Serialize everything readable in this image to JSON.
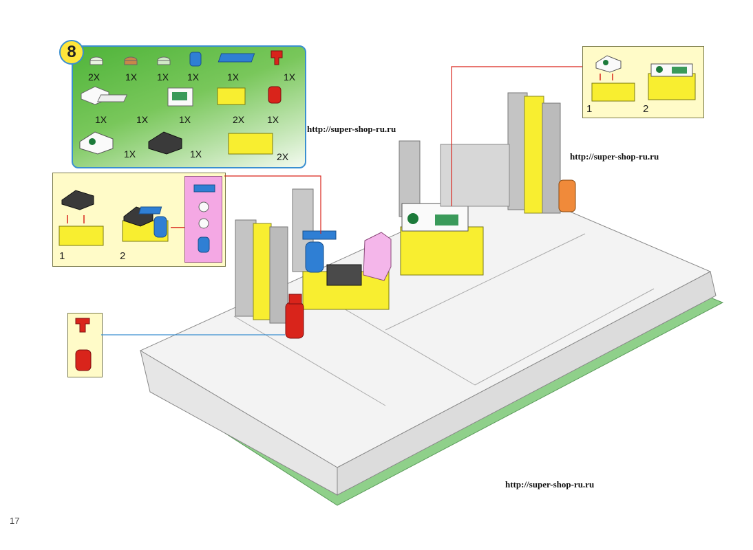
{
  "page_number": "17",
  "watermark": "http://super-shop-ru.ru",
  "step": {
    "number": "8",
    "quantities": [
      "2X",
      "1X",
      "1X",
      "1X",
      "1X",
      "1X",
      "1X",
      "1X",
      "1X",
      "2X",
      "1X",
      "1X",
      "1X",
      "2X"
    ]
  },
  "substep_left": {
    "labels": [
      "1",
      "2"
    ]
  },
  "substep_right": {
    "labels": [
      "1",
      "2"
    ]
  },
  "colors": {
    "brick_yellow": "#f8ee30",
    "brick_red": "#d9241b",
    "brick_blue": "#2f7fd4",
    "brick_grey": "#b8b8b8",
    "plate_white": "#f2f2f2",
    "baseplate_green": "#8fd08a",
    "box_green": "#4fb43a",
    "box_yellow": "#fffbc8",
    "box_pink": "#f4a8e4",
    "leader_red": "#d9241b",
    "leader_blue": "#3a8fd0"
  }
}
